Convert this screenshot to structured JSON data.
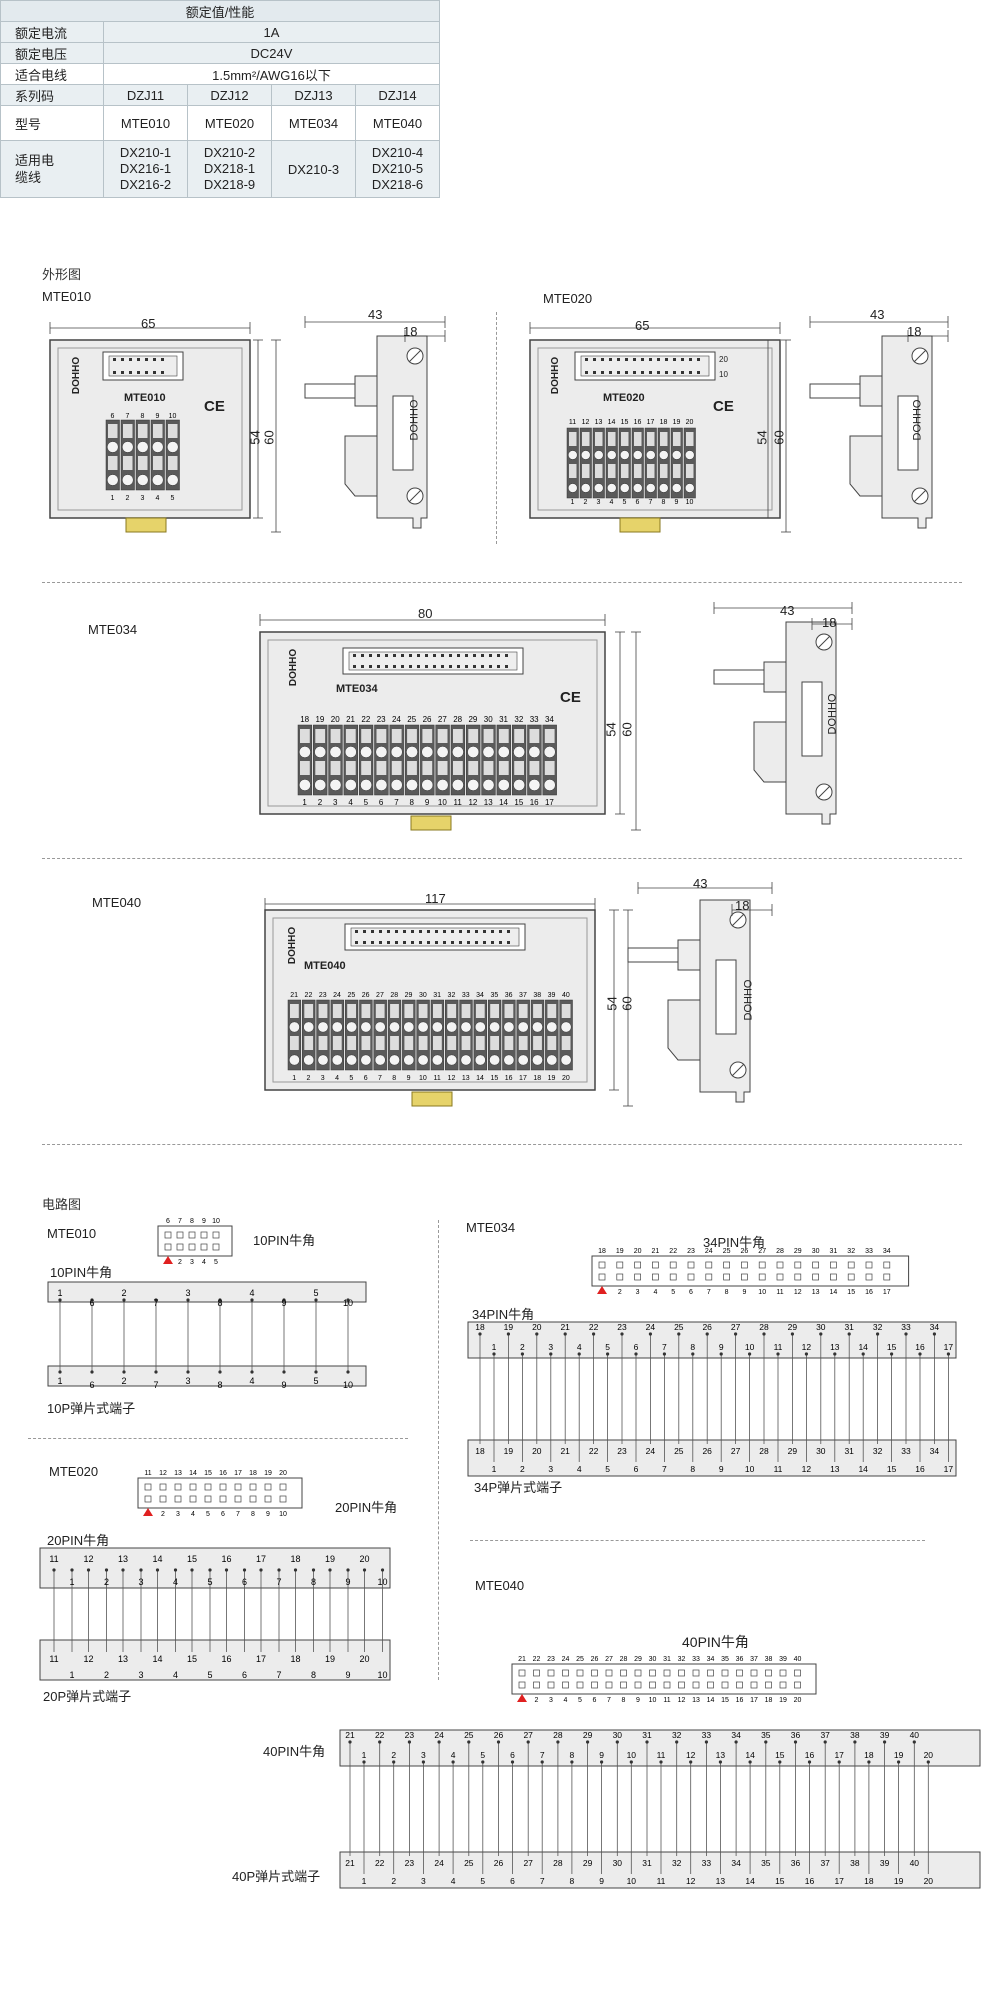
{
  "spec": {
    "title": "额定值/性能",
    "rows": [
      {
        "label": "额定电流",
        "value": "1A"
      },
      {
        "label": "额定电压",
        "value": "DC24V"
      },
      {
        "label": "适合电线",
        "value": "1.5mm²/AWG16以下"
      }
    ],
    "series_label": "系列码",
    "series": [
      "DZJ11",
      "DZJ12",
      "DZJ13",
      "DZJ14"
    ],
    "model_label": "型号",
    "models": [
      "MTE010",
      "MTE020",
      "MTE034",
      "MTE040"
    ],
    "cable_label": "适用电缆线",
    "cables": [
      [
        "DX210-1",
        "DX216-1",
        "DX216-2"
      ],
      [
        "DX210-2",
        "DX218-1",
        "DX218-9"
      ],
      [
        "DX210-3"
      ],
      [
        "DX210-4",
        "DX210-5",
        "DX218-6"
      ]
    ]
  },
  "outline": {
    "title": "外形图",
    "brand": "DOHHO",
    "ce": "CE",
    "mte010": {
      "name": "MTE010",
      "width": "65",
      "height_inner": "54",
      "height_outer": "60",
      "side_depth": "43",
      "side_rail": "18",
      "top_pins": [
        "6",
        "7",
        "8",
        "9",
        "10"
      ],
      "bottom_pins": [
        "1",
        "2",
        "3",
        "4",
        "5"
      ]
    },
    "mte020": {
      "name": "MTE020",
      "width": "65",
      "height_inner": "54",
      "height_outer": "60",
      "side_depth": "43",
      "side_rail": "18",
      "hdr_top": "20",
      "hdr_bot": "10",
      "top_pins": [
        "11",
        "12",
        "13",
        "14",
        "15",
        "16",
        "17",
        "18",
        "19",
        "20"
      ],
      "bottom_pins": [
        "1",
        "2",
        "3",
        "4",
        "5",
        "6",
        "7",
        "8",
        "9",
        "10"
      ]
    },
    "mte034": {
      "name": "MTE034",
      "width": "80",
      "height_inner": "54",
      "height_outer": "60",
      "side_depth": "43",
      "side_rail": "18"
    },
    "mte040": {
      "name": "MTE040",
      "width": "117",
      "height_inner": "54",
      "height_outer": "60",
      "side_depth": "43",
      "side_rail": "18"
    }
  },
  "circuit": {
    "title": "电路图",
    "mte010": {
      "name": "MTE010",
      "header_label": "10PIN牛角",
      "pin_label": "10PIN牛角",
      "terminal_label": "10P弹片式端子",
      "hdr_top": [
        "6",
        "7",
        "8",
        "9",
        "10"
      ],
      "hdr_bot": [
        "1",
        "2",
        "3",
        "4",
        "5"
      ],
      "order": [
        "1",
        "6",
        "2",
        "7",
        "3",
        "8",
        "4",
        "9",
        "5",
        "10"
      ]
    },
    "mte020": {
      "name": "MTE020",
      "header_label": "20PIN牛角",
      "pin_label": "20PIN牛角",
      "terminal_label": "20P弹片式端子",
      "hdr_top": [
        "11",
        "12",
        "13",
        "14",
        "15",
        "16",
        "17",
        "18",
        "19",
        "20"
      ],
      "hdr_bot": [
        "1",
        "2",
        "3",
        "4",
        "5",
        "6",
        "7",
        "8",
        "9",
        "10"
      ],
      "top_row": [
        "11",
        "12",
        "13",
        "14",
        "15",
        "16",
        "17",
        "18",
        "19",
        "20"
      ],
      "bot_row": [
        "1",
        "2",
        "3",
        "4",
        "5",
        "6",
        "7",
        "8",
        "9",
        "10"
      ]
    },
    "mte034": {
      "name": "MTE034",
      "header_label": "34PIN牛角",
      "pin_label": "34PIN牛角",
      "terminal_label": "34P弹片式端子",
      "hdr_top": [
        "18",
        "19",
        "20",
        "21",
        "22",
        "23",
        "24",
        "25",
        "26",
        "27",
        "28",
        "29",
        "30",
        "31",
        "32",
        "33",
        "34"
      ],
      "hdr_bot": [
        "1",
        "2",
        "3",
        "4",
        "5",
        "6",
        "7",
        "8",
        "9",
        "10",
        "11",
        "12",
        "13",
        "14",
        "15",
        "16",
        "17"
      ]
    },
    "mte040": {
      "name": "MTE040",
      "header_label": "40PIN牛角",
      "pin_label": "40PIN牛角",
      "terminal_label": "40P弹片式端子",
      "hdr_top": [
        "21",
        "22",
        "23",
        "24",
        "25",
        "26",
        "27",
        "28",
        "29",
        "30",
        "31",
        "32",
        "33",
        "34",
        "35",
        "36",
        "37",
        "38",
        "39",
        "40"
      ],
      "hdr_bot": [
        "1",
        "2",
        "3",
        "4",
        "5",
        "6",
        "7",
        "8",
        "9",
        "10",
        "11",
        "12",
        "13",
        "14",
        "15",
        "16",
        "17",
        "18",
        "19",
        "20"
      ]
    }
  }
}
